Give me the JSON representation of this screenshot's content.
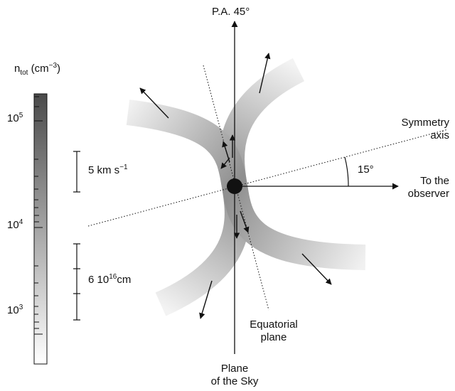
{
  "colorbar": {
    "var_main": "n",
    "var_sub": "tot",
    "unit_pre": "(cm",
    "unit_exp": "−3",
    "unit_post": ")",
    "ticks": [
      {
        "base": "10",
        "exp": "5"
      },
      {
        "base": "10",
        "exp": "4"
      },
      {
        "base": "10",
        "exp": "3"
      }
    ],
    "gradient_dark": "#4a4a4a",
    "gradient_light": "#ffffff"
  },
  "scale_velocity": {
    "value": "5 km s",
    "exp": "−1"
  },
  "scale_length": {
    "pre": "6 10",
    "exp": "16",
    "post": "cm"
  },
  "axes": {
    "pa_label": "P.A. 45°",
    "symmetry_line1": "Symmetry",
    "symmetry_line2": "axis",
    "angle_label": "15°",
    "observer_line1": "To the",
    "observer_line2": "observer",
    "equatorial_line1": "Equatorial",
    "equatorial_line2": "plane",
    "sky_line1": "Plane",
    "sky_line2": "of the Sky"
  },
  "colors": {
    "ink": "#111111",
    "lobe_inner": "#9a9a9a",
    "lobe_outer": "#f2f2f2"
  }
}
